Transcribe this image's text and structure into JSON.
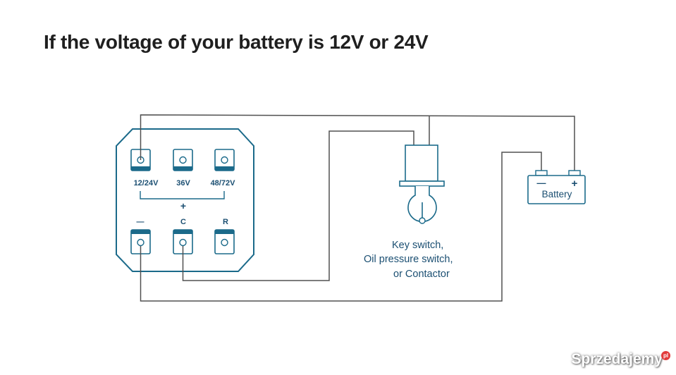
{
  "title": "If the voltage of your battery is 12V or 24V",
  "meter": {
    "terminals_top": [
      "12/24V",
      "36V",
      "48/72V"
    ],
    "plus_sign": "+",
    "terminals_bottom": [
      "—",
      "C",
      "R"
    ]
  },
  "switch": {
    "label_lines": [
      "Key switch,",
      "Oil pressure switch,",
      "or Contactor"
    ]
  },
  "battery": {
    "label": "Battery",
    "neg": "—",
    "pos": "+"
  },
  "watermark": {
    "text": "Sprzedajemy",
    "suffix": "pl"
  },
  "colors": {
    "wire": "#505050",
    "accent": "#1b6a8a",
    "text": "#1b4f72"
  }
}
